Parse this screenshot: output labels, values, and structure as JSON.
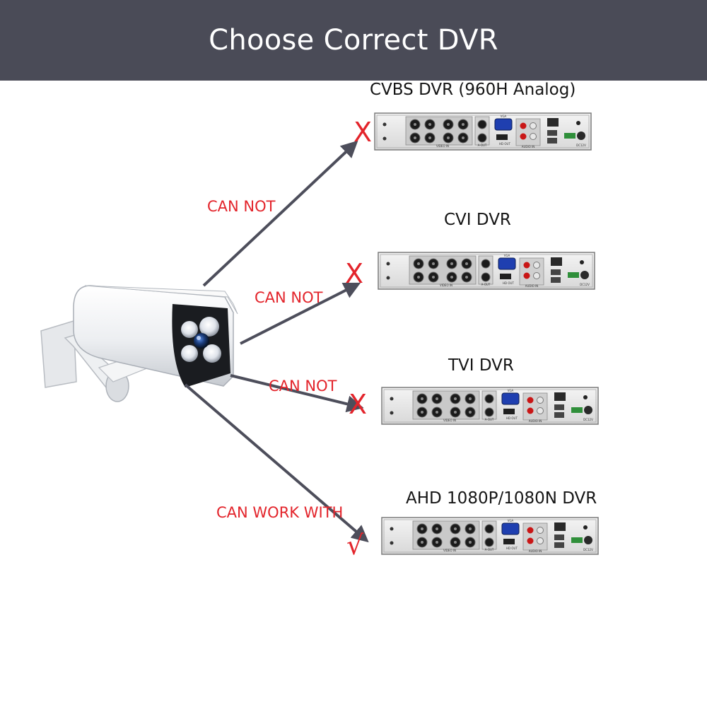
{
  "title": "Choose Correct DVR",
  "colors": {
    "banner": "#4a4b57",
    "relation": "#e3242b",
    "arrow": "#4d4e5b"
  },
  "recorders": [
    {
      "label": "CVBS DVR (960H Analog)",
      "relation": "CAN NOT",
      "mark": "X"
    },
    {
      "label": "CVI DVR",
      "relation": "CAN NOT",
      "mark": "X"
    },
    {
      "label": "TVI DVR",
      "relation": "CAN NOT",
      "mark": "X"
    },
    {
      "label": "AHD 1080P/1080N DVR",
      "relation": "CAN WORK WITH",
      "mark": "√"
    }
  ],
  "panel_labels": {
    "video_in": "VIDEO IN",
    "a_out": "A-OUT",
    "vga": "VGA",
    "hd_out": "HD OUT",
    "audio_in": "AUDIO IN",
    "power": "DC12V"
  }
}
